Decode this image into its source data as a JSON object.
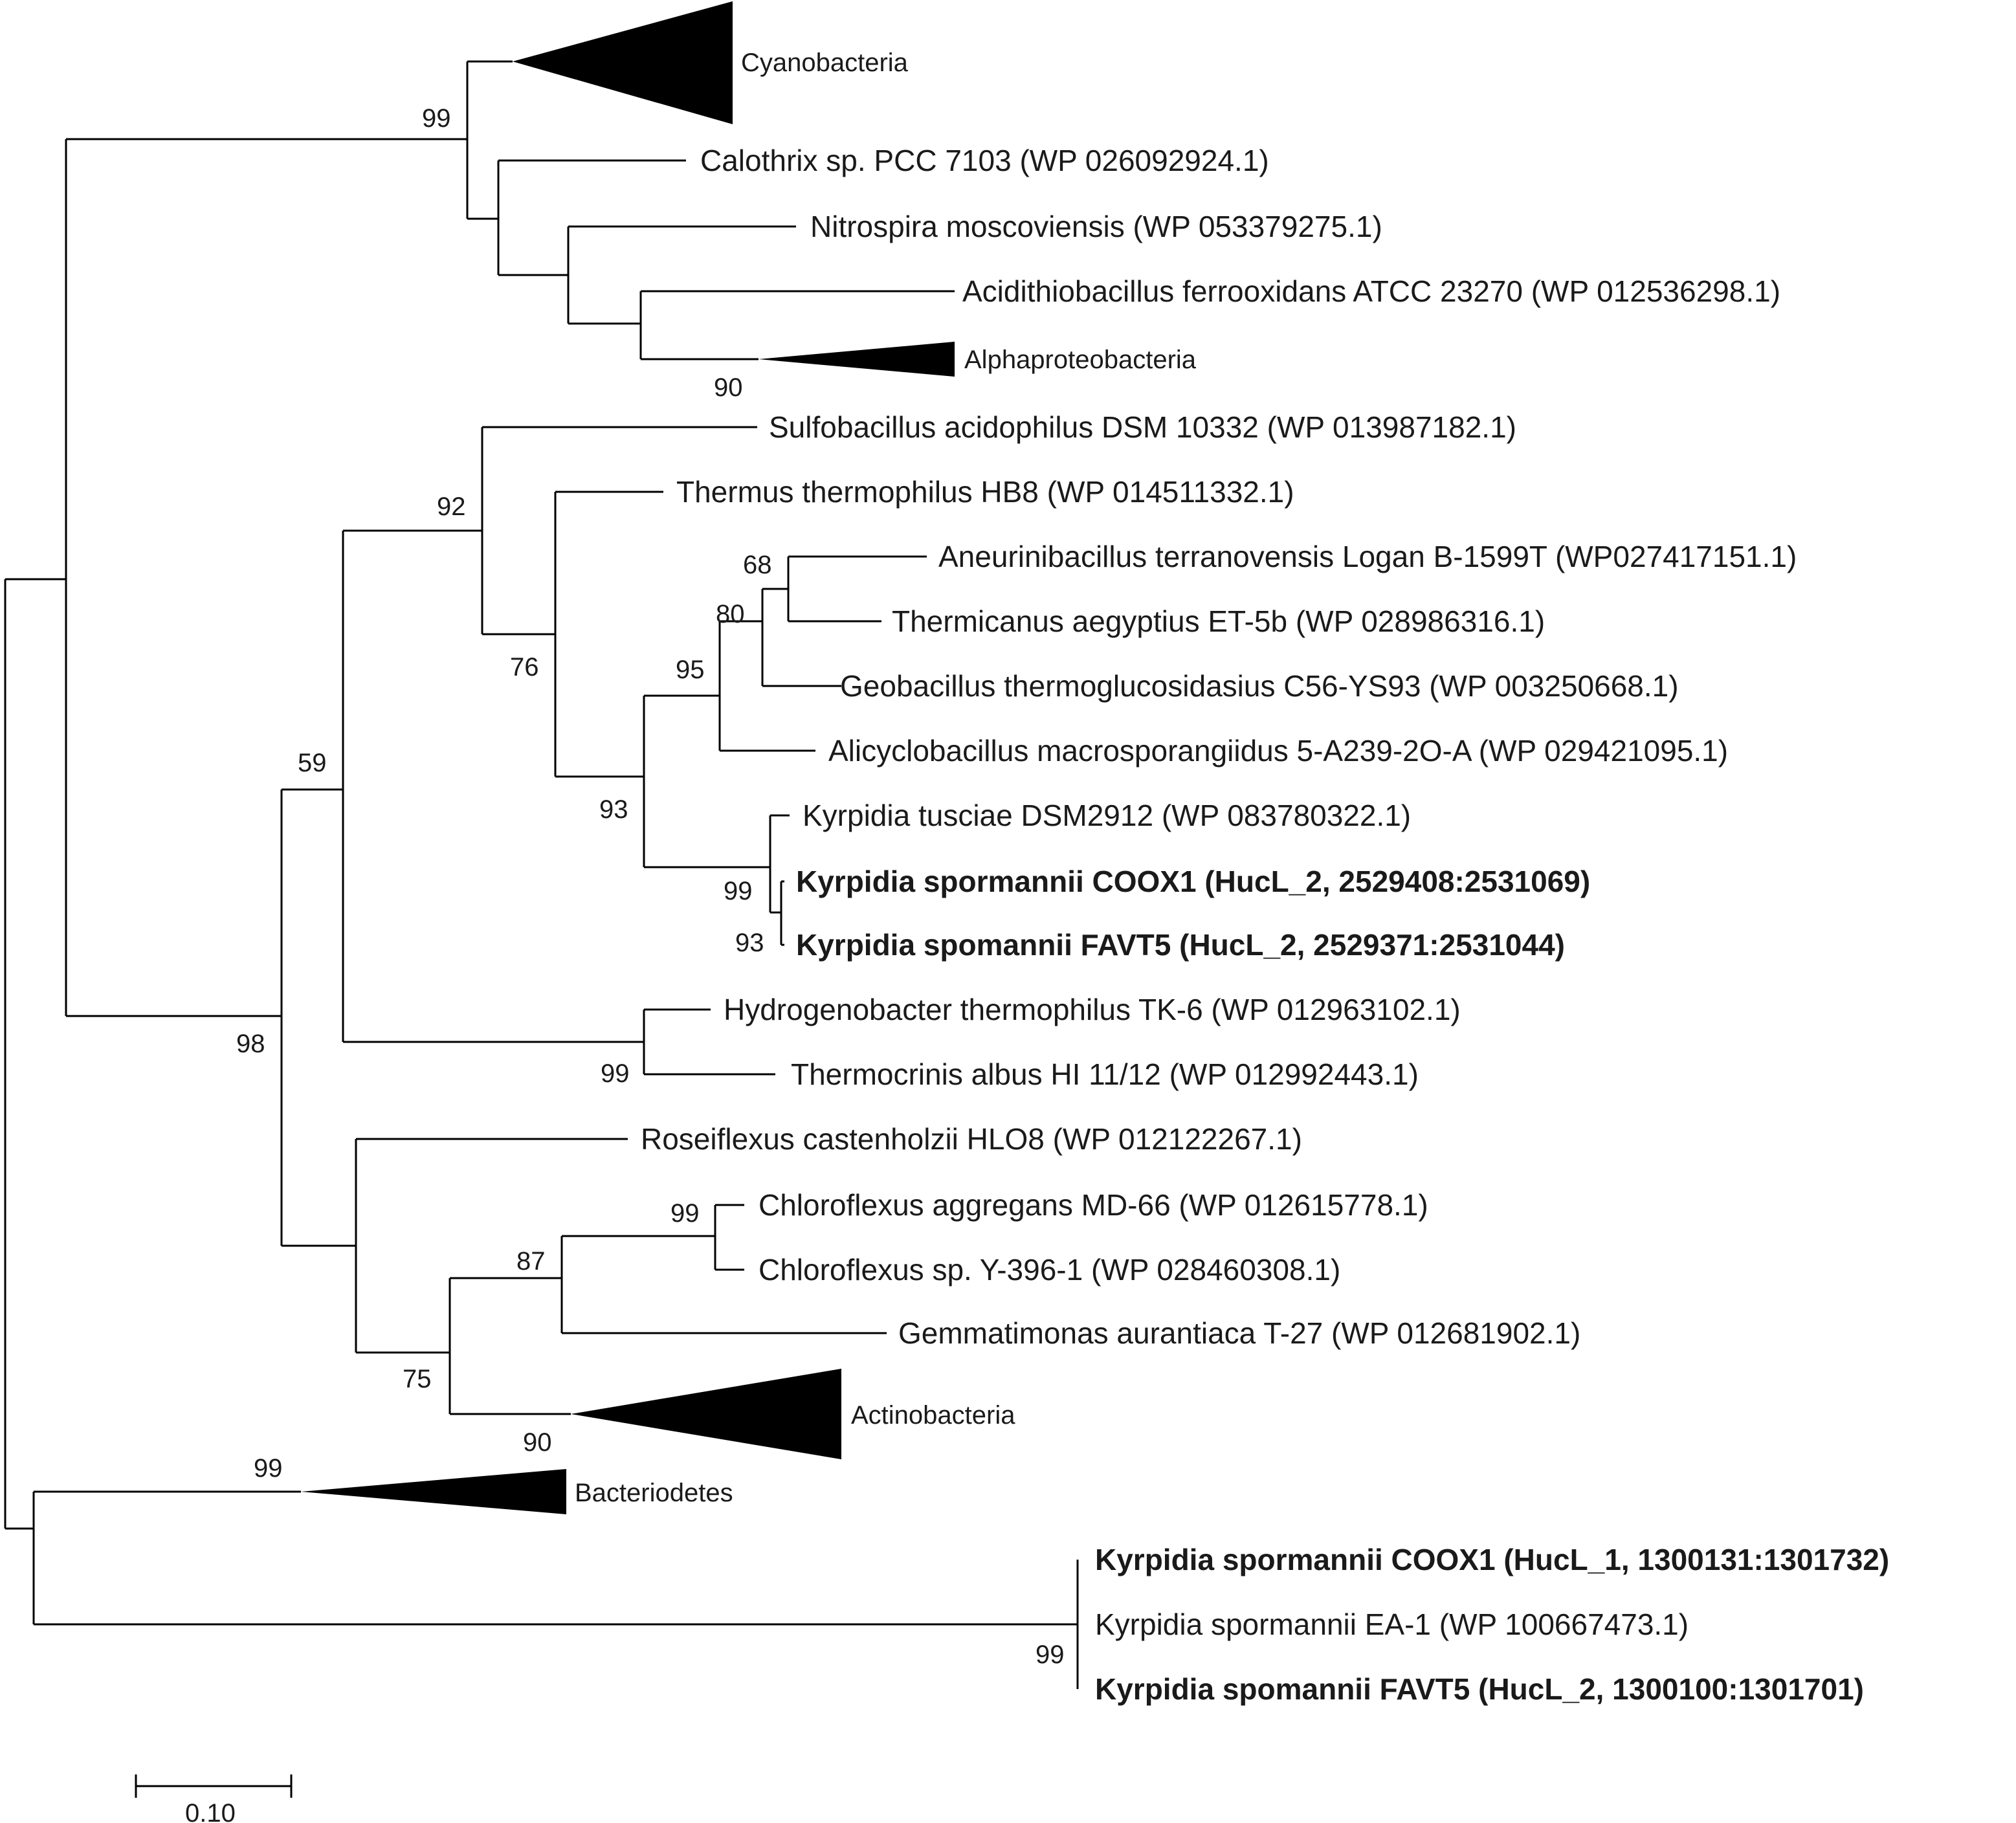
{
  "leaves": [
    {
      "label": "Calothrix sp. PCC 7103 (WP 026092924.1)",
      "bold": false
    },
    {
      "label": "Nitrospira moscoviensis (WP 053379275.1)",
      "bold": false
    },
    {
      "label": "Acidithiobacillus ferrooxidans ATCC 23270 (WP 012536298.1)",
      "bold": false
    },
    {
      "label": "Sulfobacillus acidophilus DSM 10332 (WP 013987182.1)",
      "bold": false
    },
    {
      "label": "Thermus thermophilus HB8 (WP 014511332.1)",
      "bold": false
    },
    {
      "label": "Aneurinibacillus terranovensis Logan B-1599T (WP027417151.1)",
      "bold": false
    },
    {
      "label": "Thermicanus aegyptius ET-5b (WP 028986316.1)",
      "bold": false
    },
    {
      "label": "Geobacillus thermoglucosidasius C56-YS93 (WP 003250668.1)",
      "bold": false
    },
    {
      "label": "Alicyclobacillus macrosporangiidus 5-A239-2O-A (WP 029421095.1)",
      "bold": false
    },
    {
      "label": "Kyrpidia tusciae DSM2912 (WP 083780322.1)",
      "bold": false
    },
    {
      "label": "Kyrpidia spormannii COOX1 (HucL_2, 2529408:2531069)",
      "bold": true
    },
    {
      "label": "Kyrpidia spomannii FAVT5 (HucL_2, 2529371:2531044)",
      "bold": true
    },
    {
      "label": "Hydrogenobacter thermophilus TK-6 (WP 012963102.1)",
      "bold": false
    },
    {
      "label": "Thermocrinis albus HI 11/12 (WP 012992443.1)",
      "bold": false
    },
    {
      "label": "Roseiflexus castenholzii HLO8 (WP 012122267.1)",
      "bold": false
    },
    {
      "label": "Chloroflexus aggregans MD-66 (WP 012615778.1)",
      "bold": false
    },
    {
      "label": "Chloroflexus sp. Y-396-1 (WP 028460308.1)",
      "bold": false
    },
    {
      "label": "Gemmatimonas aurantiaca T-27 (WP 012681902.1)",
      "bold": false
    },
    {
      "label": "Kyrpidia spormannii COOX1 (HucL_1, 1300131:1301732)",
      "bold": true
    },
    {
      "label": "Kyrpidia spormannii EA-1 (WP 100667473.1)",
      "bold": false
    },
    {
      "label": "Kyrpidia spomannii FAVT5 (HucL_2, 1300100:1301701)",
      "bold": true
    }
  ],
  "collapsed_clades": [
    {
      "label": "Cyanobacteria"
    },
    {
      "label": "Alphaproteobacteria"
    },
    {
      "label": "Actinobacteria"
    },
    {
      "label": "Bacteriodetes"
    }
  ],
  "bootstrap": [
    "99",
    "90",
    "92",
    "76",
    "68",
    "80",
    "95",
    "93",
    "99",
    "93",
    "59",
    "99",
    "98",
    "99",
    "87",
    "75",
    "90",
    "99",
    "99"
  ],
  "scale_bar": {
    "label": "0.10",
    "length": 0.1
  }
}
